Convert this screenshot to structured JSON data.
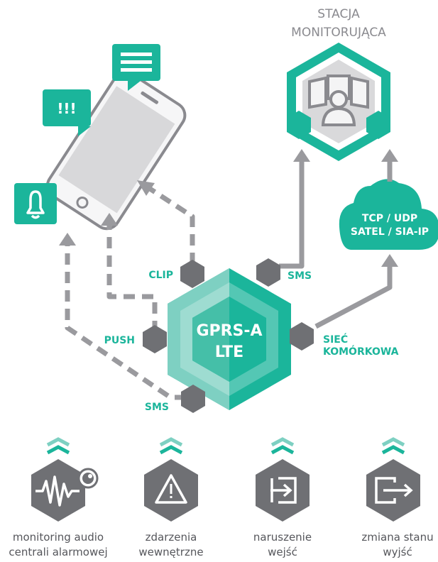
{
  "station": {
    "title_line1": "STACJA",
    "title_line2": "MONITORUJĄCA"
  },
  "device": {
    "name_line1": "GPRS-A",
    "name_line2": "LTE"
  },
  "cloud": {
    "line1": "TCP / UDP",
    "line2": "SATEL / SIA-IP"
  },
  "phone": {
    "alert_text": "!!!"
  },
  "channels": {
    "clip": "CLIP",
    "push": "PUSH",
    "sms_left": "SMS",
    "sms_right": "SMS",
    "cellular_line1": "SIEĆ",
    "cellular_line2": "KOMÓRKOWA"
  },
  "features": [
    {
      "icon": "audio-waveform-icon",
      "line1": "monitoring audio",
      "line2": "centrali alarmowej"
    },
    {
      "icon": "warning-triangle-icon",
      "line1": "zdarzenia",
      "line2": "wewnętrzne"
    },
    {
      "icon": "input-arrow-icon",
      "line1": "naruszenie",
      "line2": "wejść"
    },
    {
      "icon": "output-arrow-icon",
      "line1": "zmiana stanu",
      "line2": "wyjść"
    }
  ],
  "colors": {
    "accent": "#1bb59b",
    "accent_light": "#7ed0c2",
    "gray": "#6f7074",
    "arrow_gray": "#9a9a9e"
  }
}
